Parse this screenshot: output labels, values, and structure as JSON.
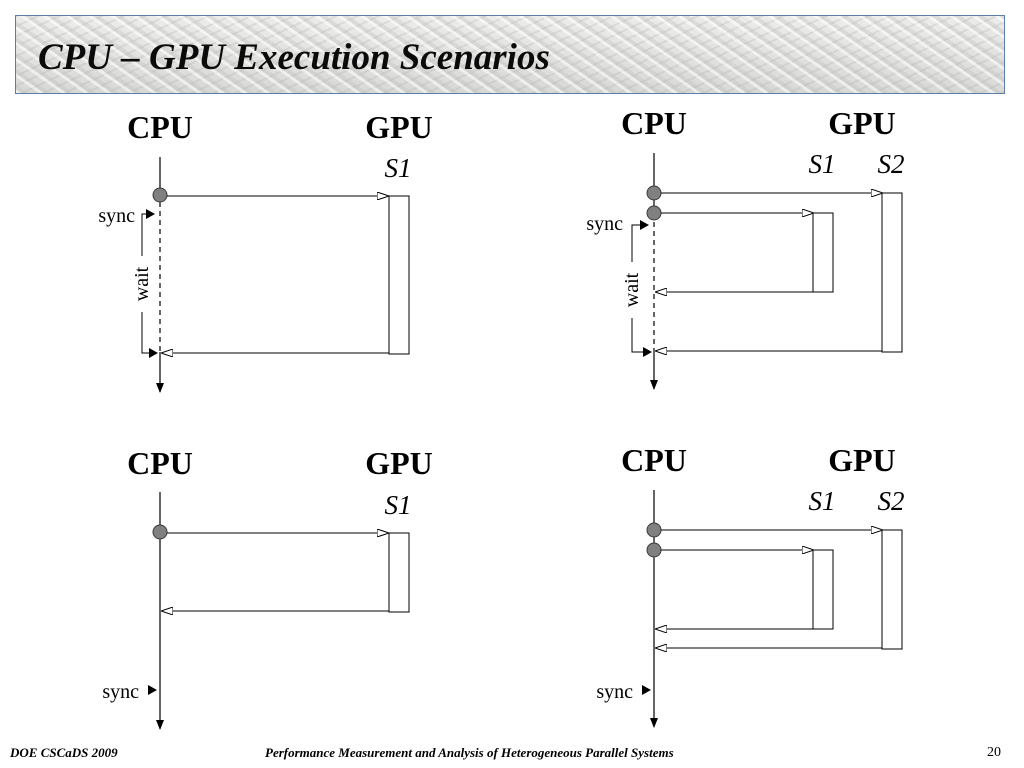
{
  "slide": {
    "title": "CPU – GPU Execution Scenarios",
    "footer_left": "DOE CSCaDS 2009",
    "footer_center": "Performance Measurement and Analysis of Heterogeneous Parallel Systems",
    "page_number": "20"
  },
  "labels": {
    "cpu": "CPU",
    "gpu": "GPU",
    "sync": "sync",
    "wait": "wait",
    "s1": "S1",
    "s2": "S2"
  }
}
